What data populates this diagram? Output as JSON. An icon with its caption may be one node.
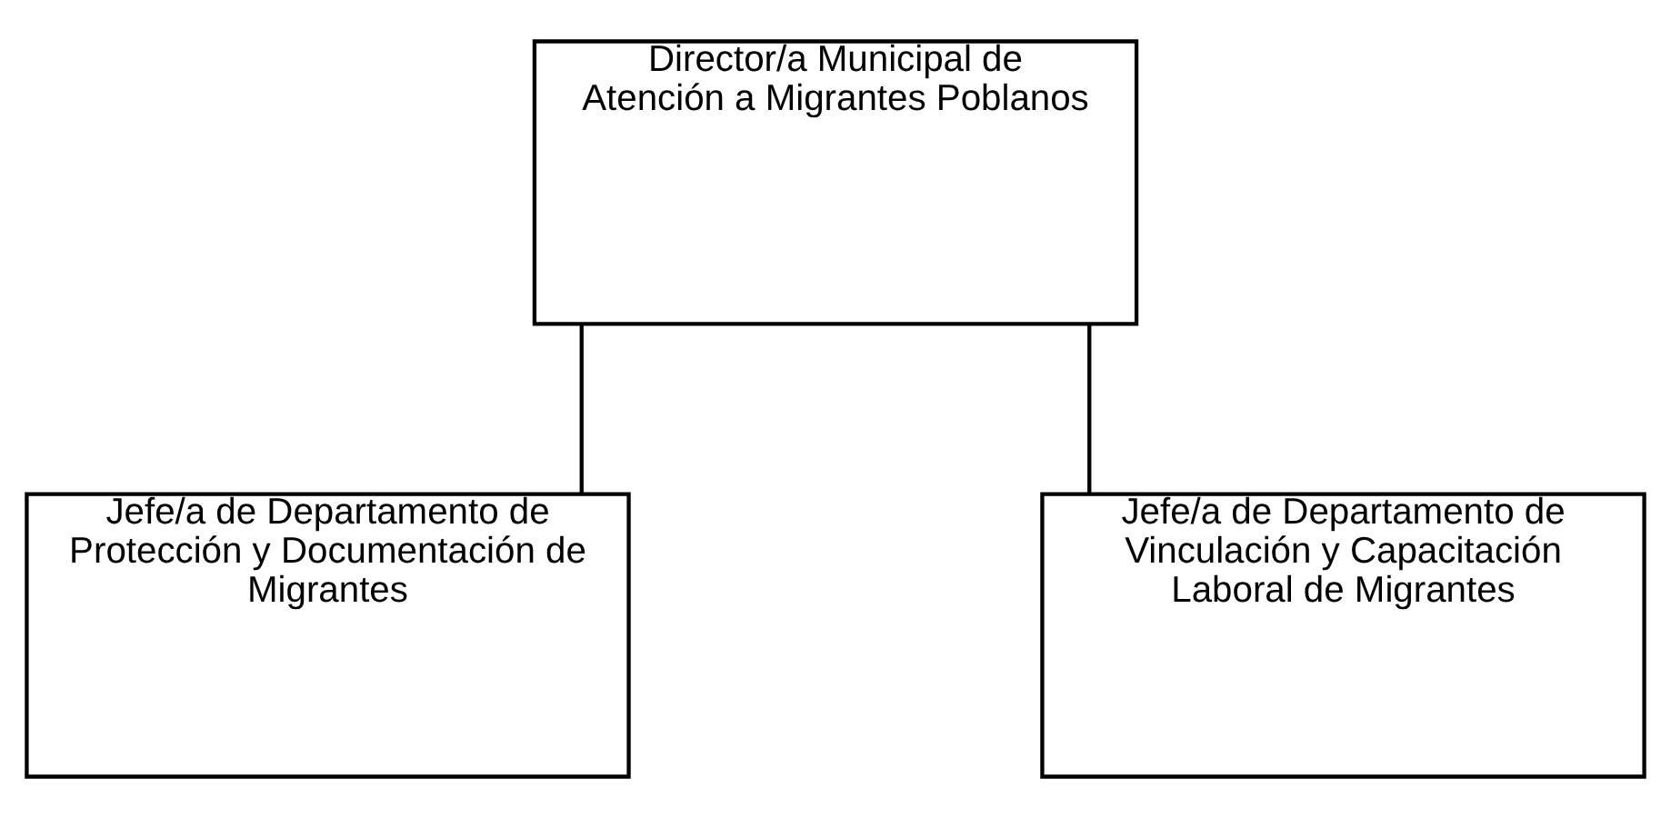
{
  "diagram": {
    "nodes": [
      {
        "text": [
          "Director/a Municipal de Atención a Migrantes Poblanos"
        ]
      },
      {
        "text": [
          "Jefe/a de Departamento de Protección y Documentación de Migrantes"
        ]
      },
      {
        "text": [
          "Jefe/a de Departamento de Vinculación y Capacitación Laboral de Migrantes"
        ]
      }
    ],
    "edges": [
      {
        "from": 0,
        "to": 1,
        "arrow": "none"
      },
      {
        "from": 0,
        "to": 2,
        "arrow": "none"
      }
    ]
  }
}
